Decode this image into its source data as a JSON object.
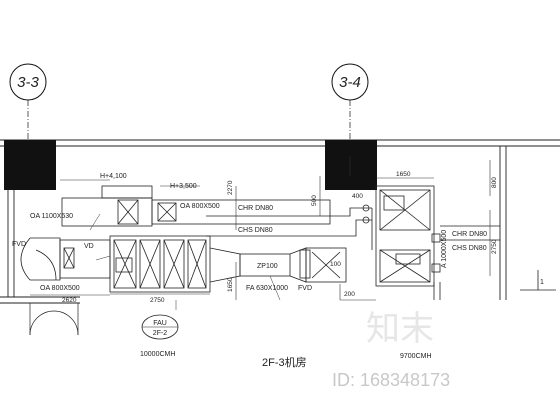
{
  "grid_labels": [
    "3-3",
    "3-4"
  ],
  "elevations": {
    "duct_top": "H+4,100",
    "duct_top2": "H+3,500"
  },
  "ducts": {
    "oa_inlet": "OA 1100X630",
    "oa_main": "OA 800X500",
    "oa_lower": "OA 800X500",
    "fa_outlet": "FA 630X1000",
    "right_vertical": "A 1000X500"
  },
  "pipes": {
    "chr_left": "CHR DN80",
    "chs_left": "CHS DN80",
    "chr_right": "CHR DN80",
    "chs_right": "CHS DN80"
  },
  "equipment": {
    "fvd_left": "FVD",
    "vd": "VD",
    "silencer": "ZP100",
    "fvd_mid": "FVD",
    "fau_label_top": "FAU",
    "fau_label_bottom": "2F-2",
    "fau_airflow": "10000CMH",
    "right_airflow": "9700CMH"
  },
  "dimensions": {
    "d2620": "2620",
    "d2750_bottom": "2750",
    "d2270": "2270",
    "d1650_vertical": "1650",
    "d500": "500",
    "d400": "400",
    "d200": "200",
    "d1650_top": "1650",
    "d800": "800",
    "d2750_right": "2750",
    "d100": "100"
  },
  "room_label": "2F-3机房",
  "marker_1": "1",
  "watermark": {
    "brand": "知末",
    "id_text": "ID: 168348173"
  },
  "colors": {
    "line": "#1a1a1a",
    "column_fill": "#111111",
    "watermark": "#c8c8c8"
  }
}
